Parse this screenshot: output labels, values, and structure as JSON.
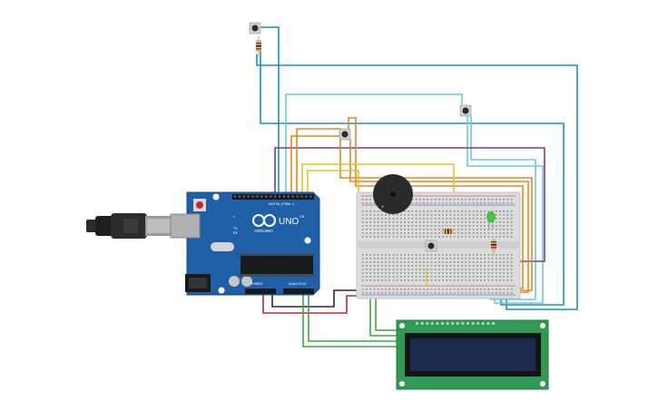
{
  "arduino": {
    "brand": "ARDUINO",
    "model": "UNO",
    "digital_label": "DIGITAL (PWM ~)",
    "power_label": "POWER",
    "analog_label": "ANALOG IN",
    "tx_label": "TX",
    "rx_label": "RX",
    "l_label": "L",
    "on_label": "ON"
  },
  "colors": {
    "board": "#1f5fa8",
    "board_edge": "#174a86",
    "breadboard": "#dcdcdc",
    "lcd_pcb": "#2f9a52",
    "lcd_screen": "#1b2a4d",
    "wire_blue": "#1a8fc4",
    "wire_cyan": "#6ccbd4",
    "wire_orange": "#e8851c",
    "wire_yellow": "#e9c21f",
    "wire_purple": "#7a3b96",
    "wire_green": "#3aa845",
    "wire_red": "#c8282d",
    "wire_black": "#2a2a2a",
    "led_green": "#3ccb3c"
  },
  "icons": {
    "usb": "usb-plug-icon",
    "buzzer": "buzzer-icon",
    "button": "pushbutton-icon",
    "resistor": "resistor-icon",
    "led": "led-icon"
  }
}
